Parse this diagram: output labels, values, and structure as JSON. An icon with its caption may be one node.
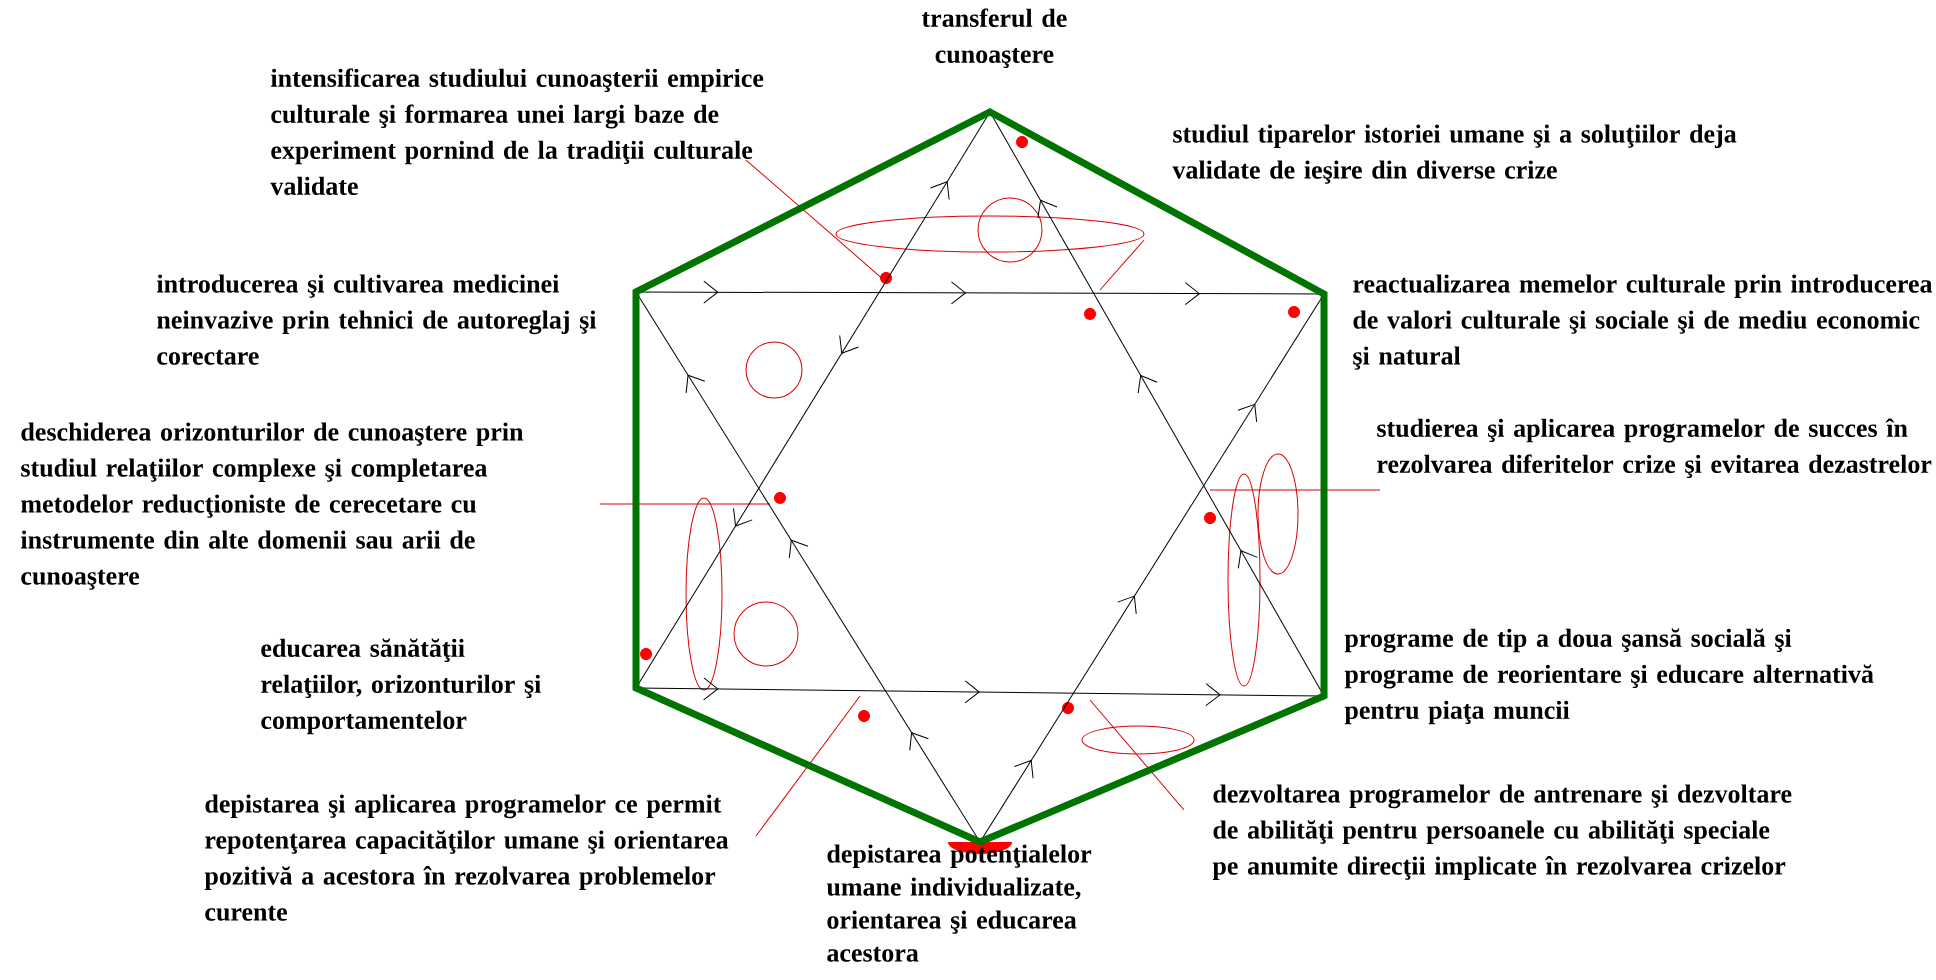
{
  "diagram": {
    "labels": [
      "transferul de cunoaştere",
      "intensificarea studiului cunoaşterii empirice culturale şi formarea unei largi baze de experiment pornind de la tradiţii culturale validate",
      "studiul tiparelor istoriei umane şi a soluţiilor deja validate de ieşire din diverse crize",
      "introducerea şi cultivarea medicinei neinvazive prin tehnici de autoreglaj şi corectare",
      "reactualizarea memelor culturale prin introducerea de valori culturale şi sociale şi de mediu economic şi natural",
      "deschiderea orizonturilor de cunoaştere prin studiul relaţiilor complexe şi completarea metodelor reducţioniste de cerecetare cu instrumente din alte domenii sau arii de cunoaştere",
      "studierea şi aplicarea programelor de succes în rezolvarea diferitelor crize şi evitarea dezastrelor",
      "educarea sănătăţii relaţiilor, orizonturilor şi comportamentelor",
      "programe de tip a doua şansă socială şi programe de reorientare şi educare alternativă pentru piaţa muncii",
      "dezvoltarea programelor de antrenare şi dezvoltare de abilităţi pentru persoanele cu abilităţi speciale pe anumite direcţii implicate în rezolvarea crizelor",
      "depistarea şi aplicarea programelor ce permit repotenţarea capacităţilor umane şi orientarea pozitivă a acestora în rezolvarea problemelor curente",
      "depistarea potenţialelor umane individualizate, orientarea şi educarea acestora"
    ]
  }
}
